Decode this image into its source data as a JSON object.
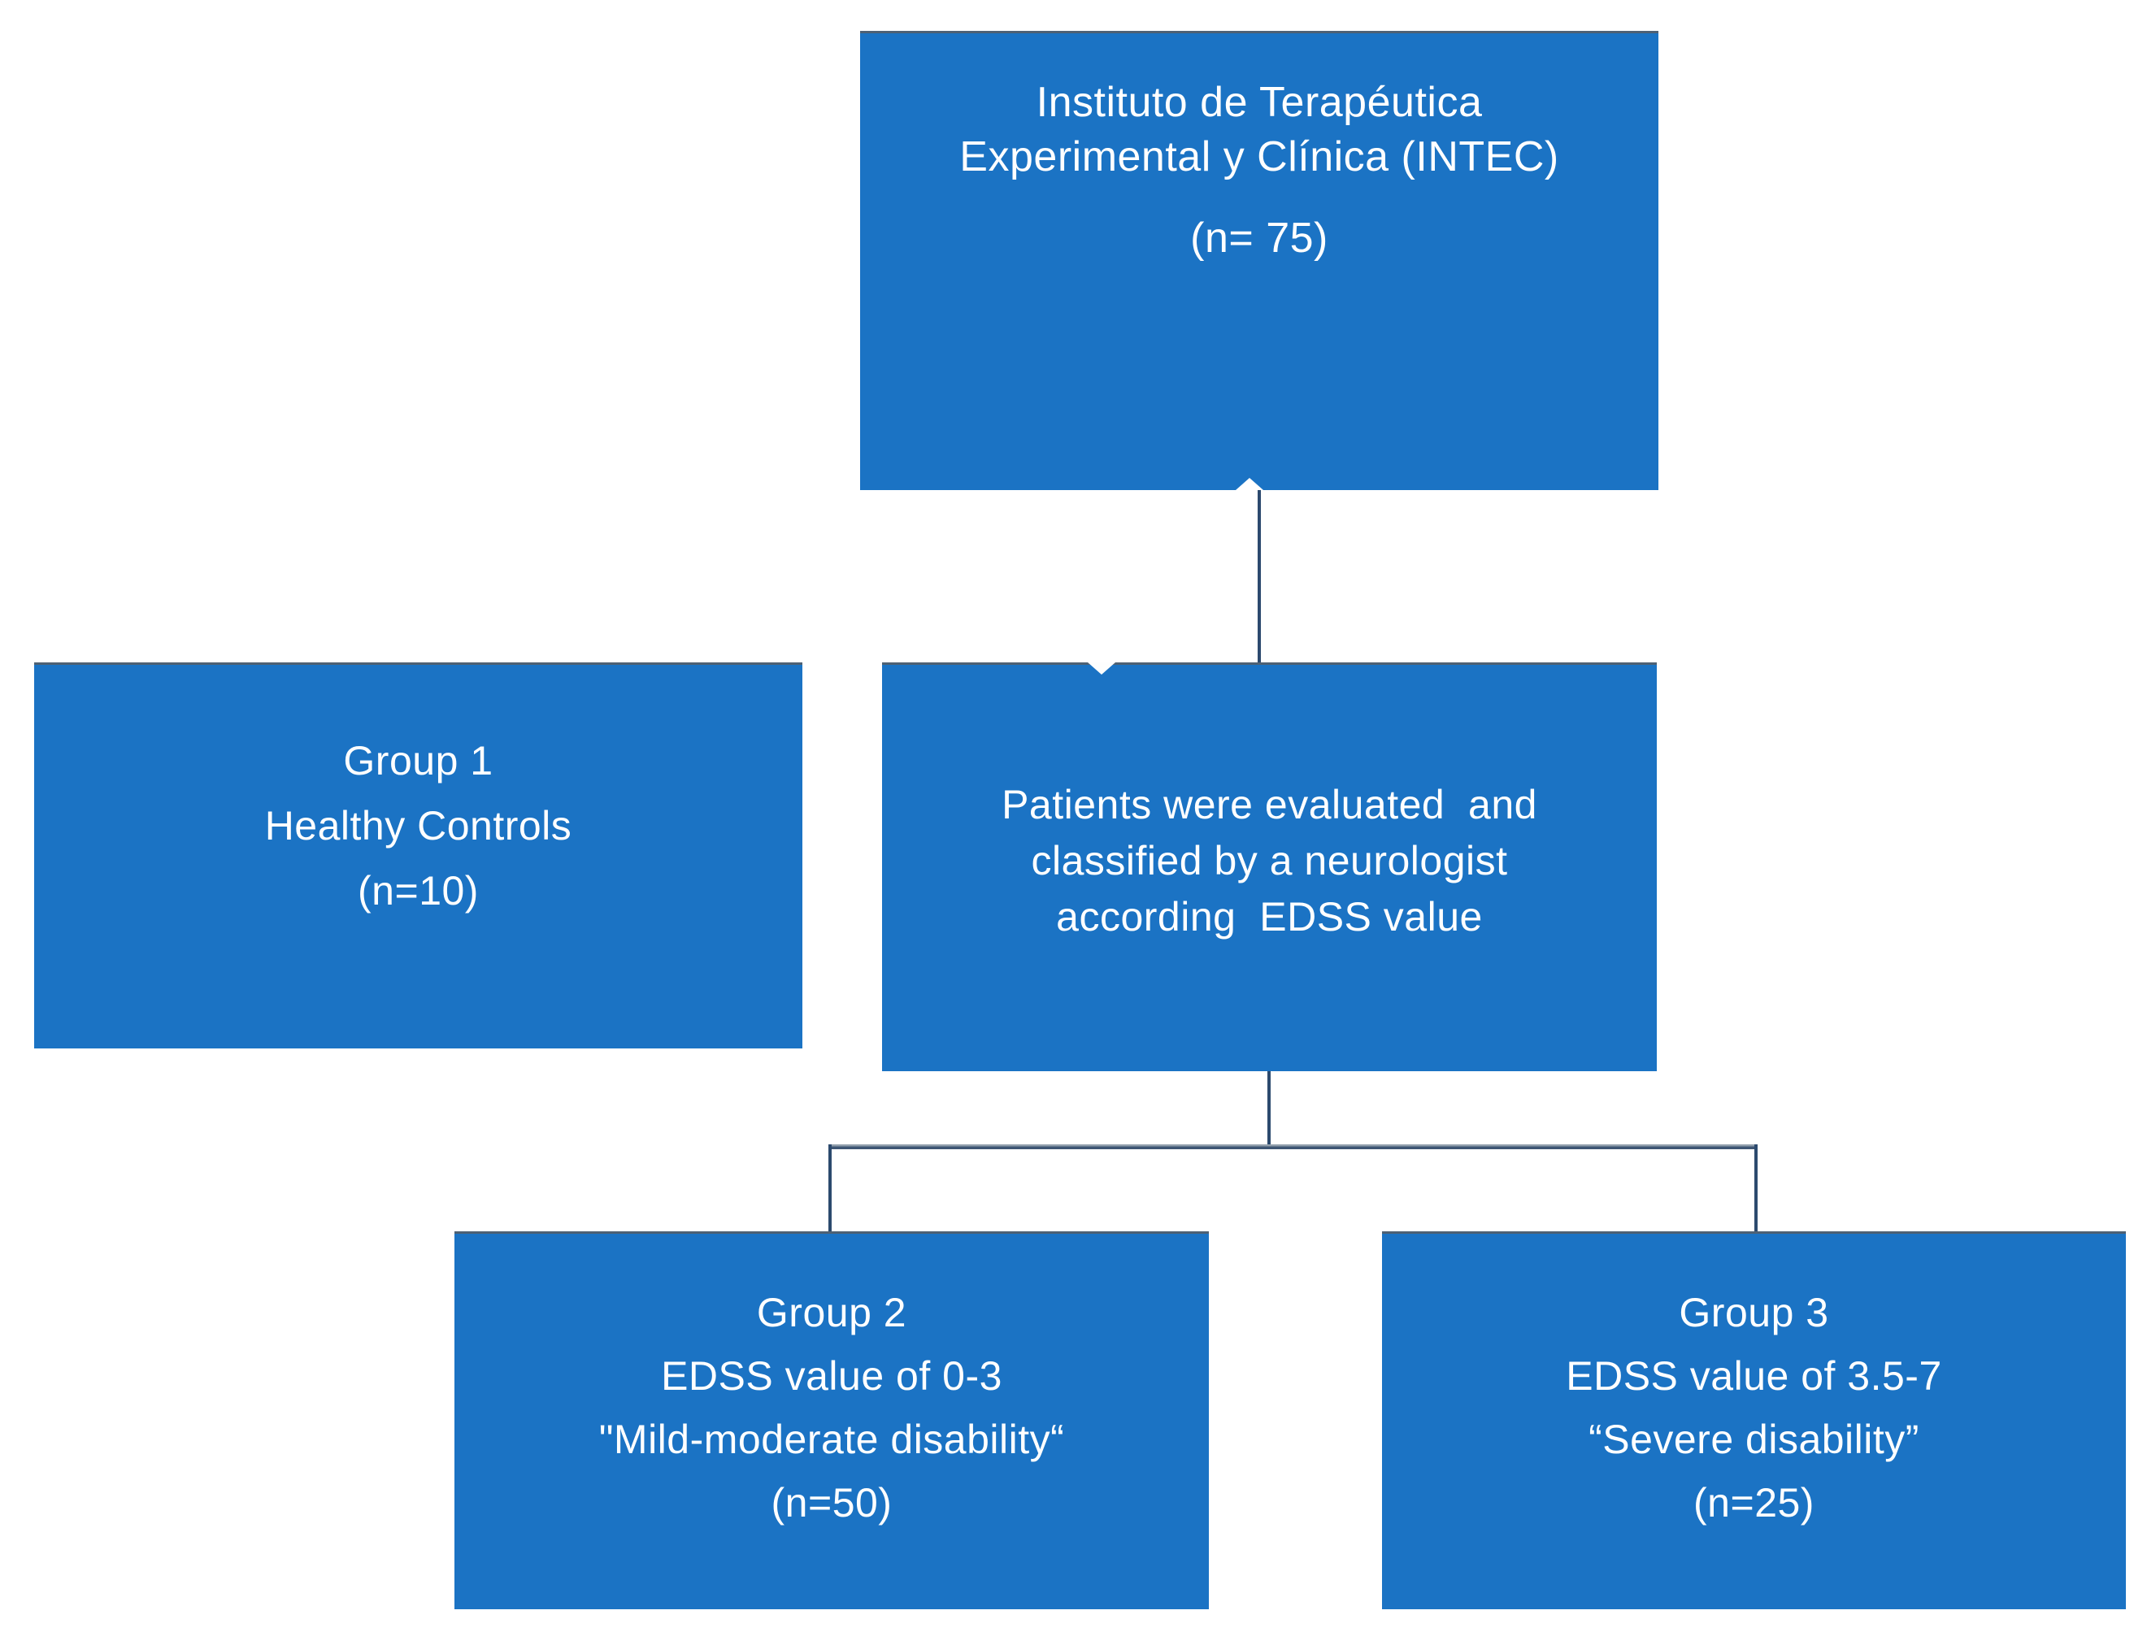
{
  "palette": {
    "box_blue": "#1b73c4",
    "box_top_edge": "#4e6174",
    "connector_navy": "#2c4a6e",
    "connector_slate": "#3e5674",
    "connector_highlight": "#93a0ad",
    "text_white": "#ffffff",
    "background": "#ffffff"
  },
  "nodes": {
    "intec": {
      "lines": [
        "Instituto de Terapéutica",
        "Experimental y Clínica (INTEC)"
      ],
      "count": "(n= 75)"
    },
    "group1": {
      "lines": [
        "Group 1",
        "Healthy Controls",
        "(n=10)"
      ]
    },
    "evaluation": {
      "lines": [
        "Patients were evaluated  and",
        "classified by a neurologist",
        "according  EDSS value"
      ]
    },
    "group2": {
      "lines": [
        "Group 2",
        "EDSS value of 0-3",
        "\"Mild-moderate disability“",
        "(n=50)"
      ]
    },
    "group3": {
      "lines": [
        "Group 3",
        "EDSS value of 3.5-7",
        "“Severe disability”",
        "(n=25)"
      ]
    }
  },
  "edges": [
    {
      "from": "intec",
      "to": "evaluation"
    },
    {
      "from": "evaluation",
      "to": "group2"
    },
    {
      "from": "evaluation",
      "to": "group3"
    }
  ]
}
